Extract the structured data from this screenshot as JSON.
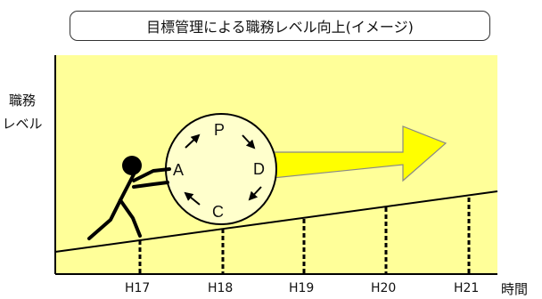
{
  "title": "目標管理による職務レベル向上(イメージ)",
  "y_axis_label_line1": "職務",
  "y_axis_label_line2": "レベル",
  "x_axis_label": "時間",
  "x_ticks": [
    "H17",
    "H18",
    "H19",
    "H20",
    "H21"
  ],
  "pdca": {
    "p": "P",
    "d": "D",
    "c": "C",
    "a": "A"
  },
  "colors": {
    "background": "#ffff99",
    "arrow_fill": "#ffff00",
    "circle_fill": "#ffffcc",
    "line": "#000000"
  }
}
